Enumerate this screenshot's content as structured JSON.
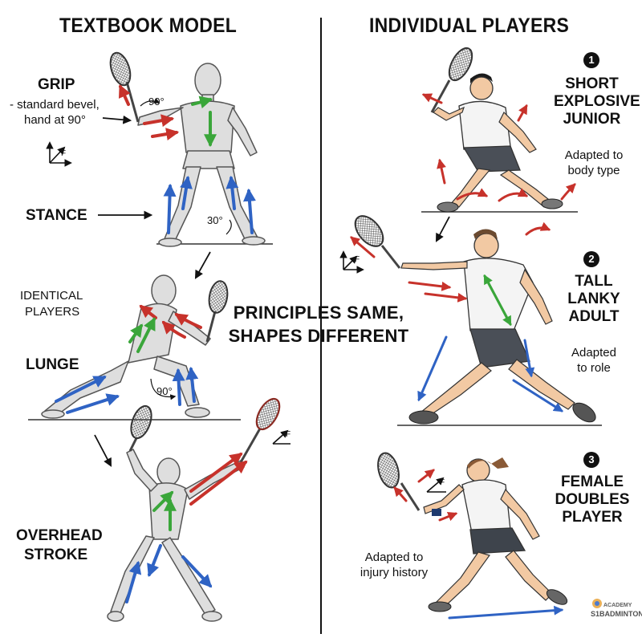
{
  "headers": {
    "left": "TEXTBOOK MODEL",
    "right": "INDIVIDUAL PLAYERS"
  },
  "center_text": {
    "line1": "PRINCIPLES SAME,",
    "line2": "SHAPES DIFFERENT"
  },
  "left_labels": {
    "grip_title": "GRIP",
    "grip_desc_1": "- standard bevel,",
    "grip_desc_2": "hand at 90°",
    "stance": "STANCE",
    "identical_1": "IDENTICAL",
    "identical_2": "PLAYERS",
    "lunge": "LUNGE",
    "overhead_1": "OVERHEAD",
    "overhead_2": "STROKE"
  },
  "angles": {
    "grip": "90°",
    "stance": "30°",
    "lunge": "90°"
  },
  "force_symbol": "F",
  "players": [
    {
      "number": "1",
      "line1": "SHORT",
      "line2": "EXPLOSIVE",
      "line3": "JUNIOR",
      "note1": "Adapted to",
      "note2": "body type"
    },
    {
      "number": "2",
      "line1": "TALL",
      "line2": "LANKY",
      "line3": "ADULT",
      "note1": "Adapted",
      "note2": "to role"
    },
    {
      "number": "3",
      "line1": "FEMALE",
      "line2": "DOUBLES",
      "line3": "PLAYER",
      "note1": "Adapted to",
      "note2": "injury history"
    }
  ],
  "colors": {
    "red": "#c7322b",
    "blue": "#2f63c4",
    "green": "#3aa63a",
    "mannequin": "#dcdcdc"
  }
}
